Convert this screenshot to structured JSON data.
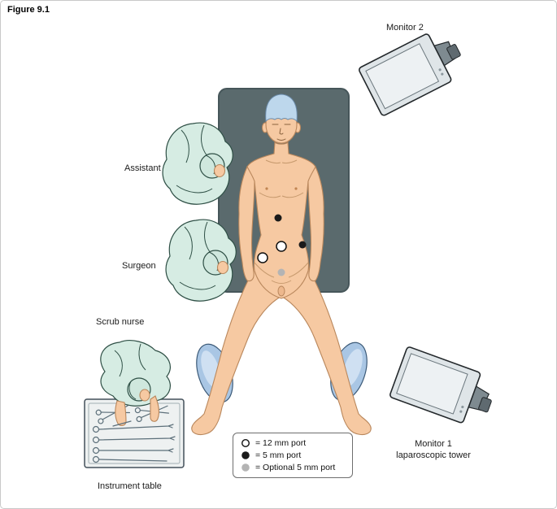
{
  "figure_label": "Figure 9.1",
  "labels": {
    "monitor2": "Monitor 2",
    "assistant": "Assistant",
    "surgeon": "Surgeon",
    "scrub_nurse": "Scrub nurse",
    "instrument_table": "Instrument table",
    "monitor1_line1": "Monitor 1",
    "monitor1_line2": "laparoscopic tower"
  },
  "legend": {
    "items": [
      {
        "name": "12mm-port",
        "text": "= 12 mm port",
        "fill": "#ffffff"
      },
      {
        "name": "5mm-port",
        "text": "= 5 mm port",
        "fill": "#1a1a1a"
      },
      {
        "name": "optional-5mm-port",
        "text": "= Optional 5 mm port",
        "fill": "#b4b4b4"
      }
    ]
  },
  "colors": {
    "skin": "#f6c9a2",
    "surgical_gown": "#d6ece3",
    "operating_table": "#5a6a6d",
    "surgical_cap": "#bdd7ec",
    "leg_support": "#a9c6e4",
    "monitor_body": "#dfe5e8"
  }
}
